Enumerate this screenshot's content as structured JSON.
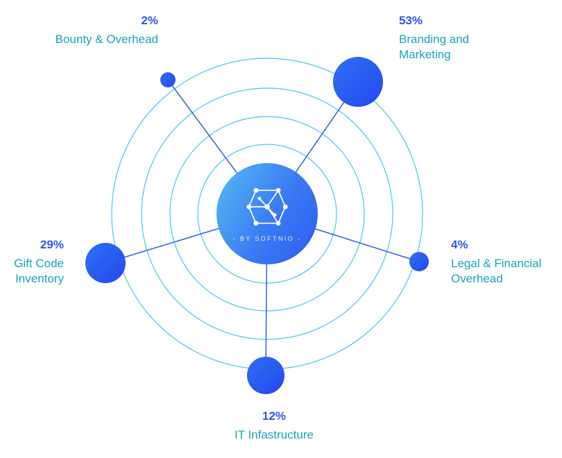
{
  "chart_data": {
    "type": "pie",
    "title": "",
    "categories": [
      "Branding and Marketing",
      "Gift Code Inventory",
      "IT Infastructure",
      "Legal & Financial Overhead",
      "Bounty & Overhead"
    ],
    "values": [
      53,
      29,
      12,
      4,
      2
    ],
    "unit": "%",
    "center_label": "- BY SOFTNIO -",
    "layout": "concentric-orbit bubbles, bubble size proportional to value",
    "legend_position": "labels placed around perimeter"
  },
  "center": {
    "brand_label": "- BY SOFTNIO -",
    "icon": "polygon-network-icon"
  },
  "labels": {
    "bounty": {
      "pct": "2%",
      "text": "Bounty & Overhead"
    },
    "branding": {
      "pct": "53%",
      "text": "Branding and Marketing"
    },
    "legal": {
      "pct": "4%",
      "text": "Legal & Financial Overhead"
    },
    "gift": {
      "pct": "29%",
      "text": "Gift Code Inventory"
    },
    "it": {
      "pct": "12%",
      "text": "IT Infastructure"
    }
  },
  "colors": {
    "pct_blue": "#2f55ee",
    "label_teal": "#18a4ba",
    "orbit_stroke": "#44c5f0",
    "dot_blue": "#2b57f2",
    "center_gradient_start": "#55bdf1",
    "center_gradient_end": "#2d5bf2"
  }
}
